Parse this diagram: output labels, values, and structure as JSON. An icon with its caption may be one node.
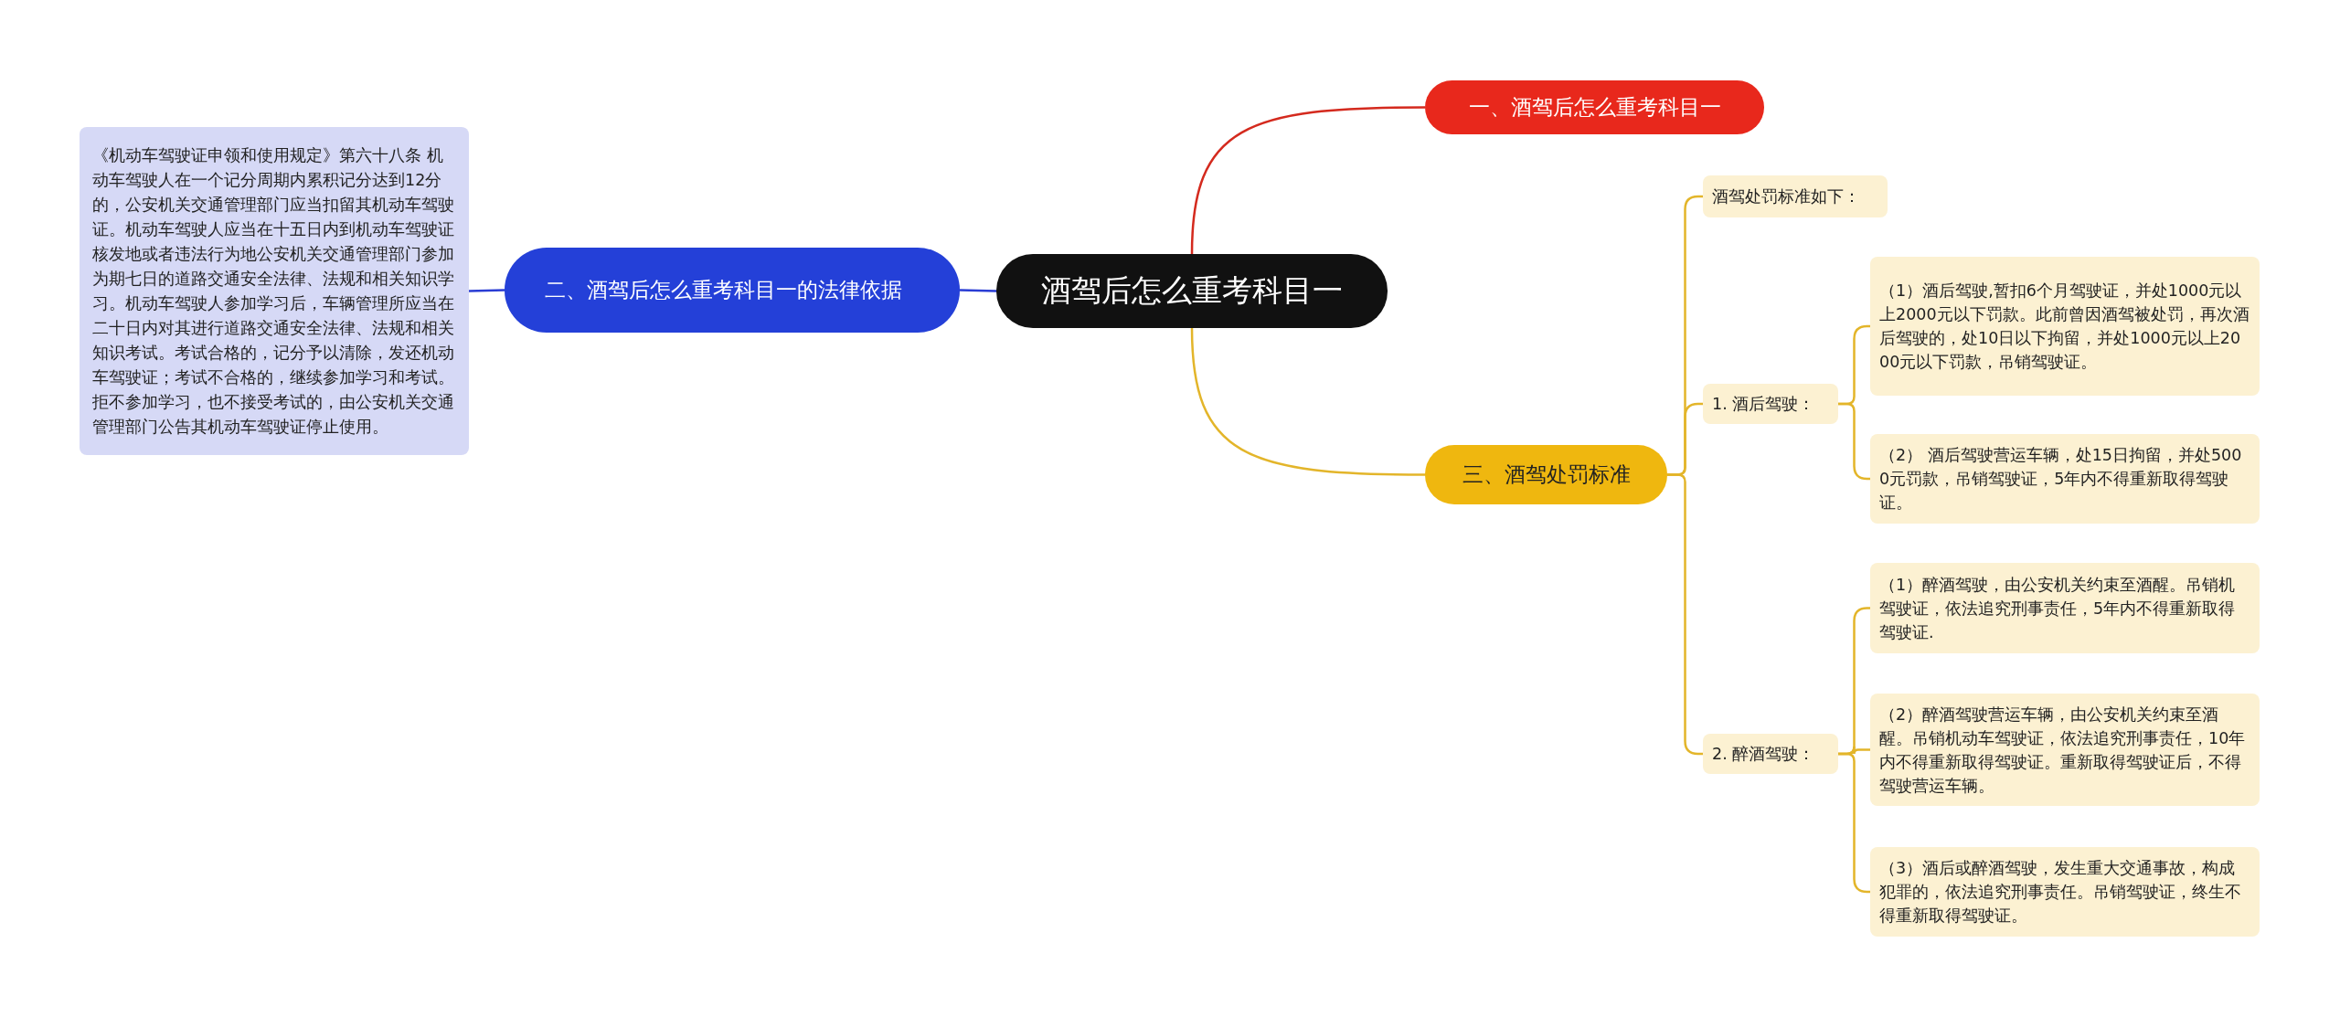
{
  "diagram": {
    "nodes": [
      {
        "text": [
          "酒驾后怎么重考科目一"
        ]
      },
      {
        "text": [
          "一、酒驾后怎么重考科目一"
        ]
      },
      {
        "text": [
          "二、酒驾后怎么重考科目一的法律依据"
        ]
      },
      {
        "text": [
          "《机动车驾驶证申领和使用规定》第六十八条 机动车驾驶人在一个记分周期内累积记分达到12分的，公安机关交通管理部门应当扣留其机动车驾驶证。机动车驾驶人应当在十五日内到机动车驾驶证核发地或者违法行为地公安机关交通管理部门参加为期七日的道路交通安全法律、法规和相关知识学习。机动车驾驶人参加学习后，车辆管理所应当在二十日内对其进行道路交通安全法律、法规和相关知识考试。考试合格的，记分予以清除，发还机动车驾驶证；考试不合格的，继续参加学习和考试。拒不参加学习，也不接受考试的，由公安机关交通管理部门公告其机动车驾驶证停止使用。"
        ]
      },
      {
        "text": [
          "三、酒驾处罚标准"
        ]
      },
      {
        "text": [
          "酒驾处罚标准如下："
        ]
      },
      {
        "text": [
          "1. 酒后驾驶："
        ]
      },
      {
        "text": [
          "（1）酒后驾驶,暂扣6个月驾驶证，并处1000元以上2000元以下罚款。此前曾因酒驾被处罚，再次酒后驾驶的，处10日以下拘留，并处1000元以上2000元以下罚款，吊销驾驶证。"
        ]
      },
      {
        "text": [
          "（2） 酒后驾驶营运车辆，处15日拘留，并处5000元罚款，吊销驾驶证，5年内不得重新取得驾驶证。"
        ]
      },
      {
        "text": [
          "2. 醉酒驾驶："
        ]
      },
      {
        "text": [
          "（1）醉酒驾驶，由公安机关约束至酒醒。吊销机驾驶证，依法追究刑事责任，5年内不得重新取得驾驶证."
        ]
      },
      {
        "text": [
          "（2）醉酒驾驶营运车辆，由公安机关约束至酒醒。吊销机动车驾驶证，依法追究刑事责任，10年内不得重新取得驾驶证。重新取得驾驶证后，不得驾驶营运车辆。"
        ]
      },
      {
        "text": [
          "（3）酒后或醉酒驾驶，发生重大交通事故，构成犯罪的，依法追究刑事责任。吊销驾驶证，终生不得重新取得驾驶证。"
        ]
      }
    ],
    "edges": [
      {
        "from": 0,
        "to": 1,
        "arrow": "none",
        "color": "#d42a1e"
      },
      {
        "from": 0,
        "to": 2,
        "arrow": "none",
        "color": "#2a3dd4"
      },
      {
        "from": 2,
        "to": 3,
        "arrow": "none",
        "color": "#2a3dd4"
      },
      {
        "from": 0,
        "to": 4,
        "arrow": "none"
      },
      {
        "from": 4,
        "to": 5,
        "arrow": "none"
      },
      {
        "from": 4,
        "to": 6,
        "arrow": "none"
      },
      {
        "from": 6,
        "to": 7,
        "arrow": "none"
      },
      {
        "from": 6,
        "to": 8,
        "arrow": "none"
      },
      {
        "from": 4,
        "to": 9,
        "arrow": "none"
      },
      {
        "from": 9,
        "to": 10,
        "arrow": "none"
      },
      {
        "from": 9,
        "to": 11,
        "arrow": "none"
      },
      {
        "from": 9,
        "to": 12,
        "arrow": "none"
      }
    ]
  }
}
